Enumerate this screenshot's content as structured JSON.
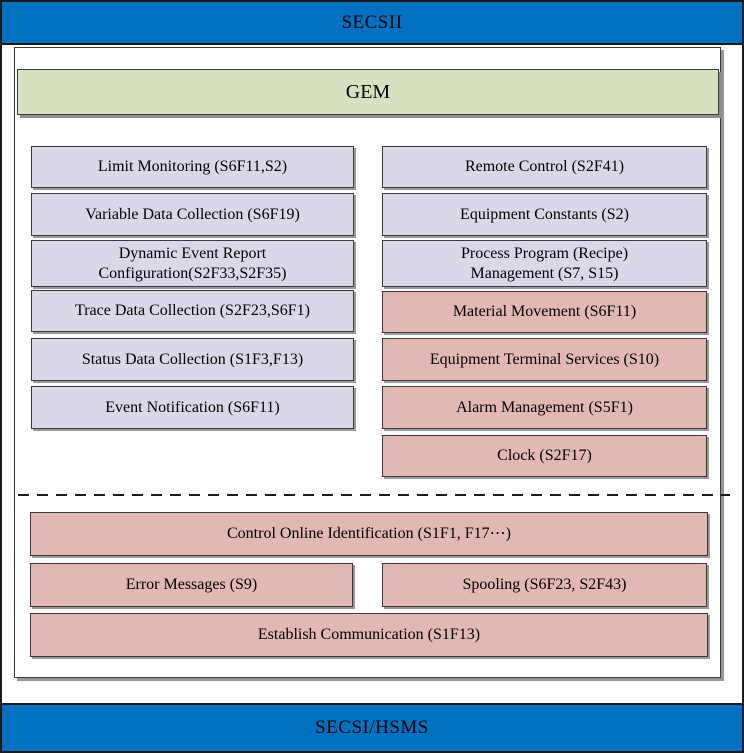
{
  "colors": {
    "bar_blue": "#0070C0",
    "gem_green": "#D6E2BF",
    "lavender": "#DBD7E8",
    "pink": "#E2B8B2",
    "box_border": "#3a3a3a"
  },
  "top_bar": {
    "label": "SECSII"
  },
  "bottom_bar": {
    "label": "SECSI/HSMS"
  },
  "gem": {
    "label": "GEM"
  },
  "modules": {
    "left": [
      {
        "label": "Limit Monitoring (S6F11,S2)",
        "style": "lavender"
      },
      {
        "label": "Variable Data Collection (S6F19)",
        "style": "lavender"
      },
      {
        "label": "Dynamic Event Report\nConfiguration(S2F33,S2F35)",
        "style": "lavender"
      },
      {
        "label": "Trace Data Collection (S2F23,S6F1)",
        "style": "lavender"
      },
      {
        "label": "Status Data Collection (S1F3,F13)",
        "style": "lavender"
      },
      {
        "label": "Event Notification (S6F11)",
        "style": "lavender"
      }
    ],
    "right": [
      {
        "label": "Remote Control (S2F41)",
        "style": "lavender"
      },
      {
        "label": "Equipment Constants (S2)",
        "style": "lavender"
      },
      {
        "label": "Process Program (Recipe)\nManagement (S7, S15)",
        "style": "lavender"
      },
      {
        "label": "Material Movement (S6F11)",
        "style": "pink"
      },
      {
        "label": "Equipment Terminal Services (S10)",
        "style": "pink"
      },
      {
        "label": "Alarm Management (S5F1)",
        "style": "pink"
      },
      {
        "label": "Clock (S2F17)",
        "style": "pink"
      }
    ],
    "base": [
      {
        "label": "Control Online Identification (S1F1, F17⋯)",
        "style": "pink"
      },
      {
        "label": "Error Messages (S9)",
        "style": "pink"
      },
      {
        "label": "Spooling (S6F23, S2F43)",
        "style": "pink"
      },
      {
        "label": "Establish Communication (S1F13)",
        "style": "pink"
      }
    ]
  }
}
